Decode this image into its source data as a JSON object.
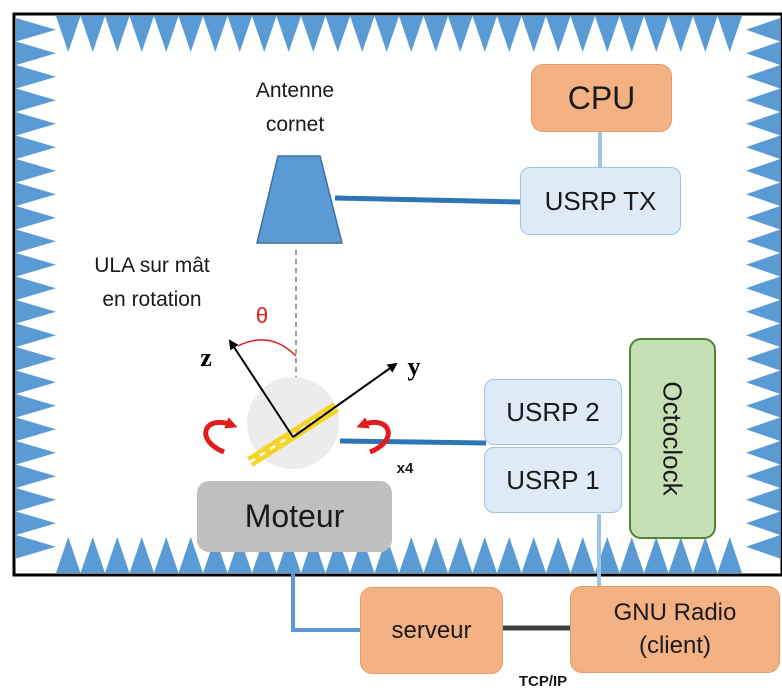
{
  "antenna": {
    "label_line1": "Antenne",
    "label_line2": "cornet"
  },
  "ula": {
    "label_line1": "ULA sur mât",
    "label_line2": "en rotation"
  },
  "theta": "θ",
  "axes": {
    "z": "z",
    "y": "y"
  },
  "multiplier": "x4",
  "boxes": {
    "cpu": "CPU",
    "usrp_tx": "USRP TX",
    "usrp2": "USRP 2",
    "usrp1": "USRP 1",
    "octoclock": "Octoclock",
    "moteur": "Moteur",
    "serveur": "serveur",
    "gnu_line1": "GNU Radio",
    "gnu_line2": "(client)"
  },
  "link_label": "TCP/IP",
  "colors": {
    "wall": "#5b9bd5",
    "orange": "#f4b183",
    "usrp": "#deebf7",
    "octoclock": "#c5e0b4",
    "motor": "#bfbfbf",
    "rotation_arrow": "#e31b1b",
    "array_stripe": "#f5d327",
    "theta": "#e31b1b"
  }
}
